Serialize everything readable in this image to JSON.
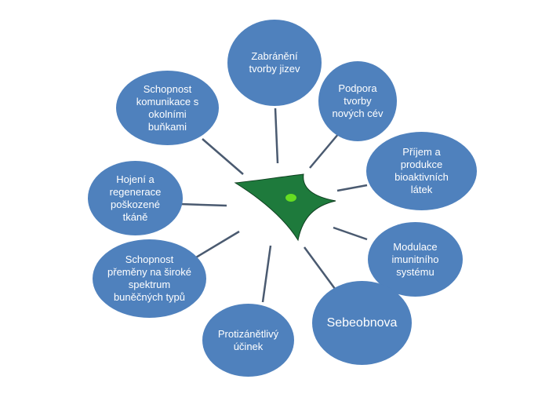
{
  "colors": {
    "node": "#4f81bd",
    "line": "#4a5a70",
    "cell": "#1e7a3c",
    "nucleus": "#66dd22"
  },
  "center": {
    "icon": "stem-cell"
  },
  "nodes": [
    {
      "label": "Zabránění\ntvorby jizev"
    },
    {
      "label": "Podpora\ntvorby\nnových cév"
    },
    {
      "label": "Příjem a\nprodukce\nbioaktivních\nlátek"
    },
    {
      "label": "Modulace\nimunitního\nsystému"
    },
    {
      "label": "Sebeobnova"
    },
    {
      "label": "Protizánětlivý\núčinek"
    },
    {
      "label": "Schopnost\npřeměny na široké\nspektrum\nbuněčných typů"
    },
    {
      "label": "Hojení a\nregenerace\npoškozené\ntkáně"
    },
    {
      "label": "Schopnost\nkomunikace s\nokolními\nbuňkami"
    }
  ]
}
